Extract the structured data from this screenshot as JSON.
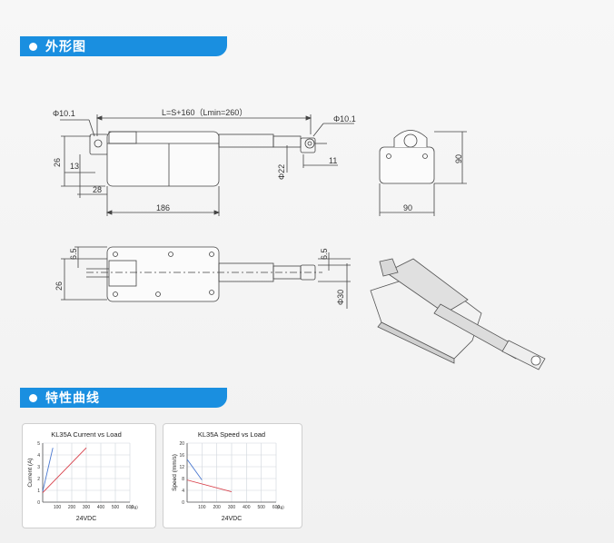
{
  "sections": {
    "outline": {
      "title": "外形图"
    },
    "curves": {
      "title": "特性曲线"
    }
  },
  "dimensions": {
    "length_formula": "L=S+160（Lmin=260）",
    "phi_left": "Φ10.1",
    "phi_right": "Φ10.1",
    "d_26": "26",
    "d_13": "13",
    "d_28": "28",
    "d_186": "186",
    "d_22": "Φ22",
    "d_11": "11",
    "d_90h": "90",
    "d_90w": "90",
    "d_65a": "6.5",
    "d_65b": "6.5",
    "d_26b": "26",
    "d_30": "Φ30"
  },
  "chart_data": [
    {
      "type": "line",
      "title": "KL35A Current vs Load",
      "xlabel": "24VDC",
      "ylabel": "Current (A)",
      "x_unit": "(kg)",
      "xlim": [
        0,
        600
      ],
      "ylim": [
        0,
        5
      ],
      "x_ticks": [
        "100",
        "200",
        "300",
        "400",
        "500",
        "600"
      ],
      "y_ticks": [
        "0",
        "1",
        "2",
        "3",
        "4",
        "5"
      ],
      "grid": true,
      "series": [
        {
          "color": "#4a78d0",
          "x": [
            0,
            70
          ],
          "y": [
            0.9,
            4.6
          ]
        },
        {
          "color": "#d8404a",
          "x": [
            0,
            300
          ],
          "y": [
            0.8,
            4.6
          ]
        }
      ]
    },
    {
      "type": "line",
      "title": "KL35A Speed vs Load",
      "xlabel": "24VDC",
      "ylabel": "Speed (mm/s)",
      "x_unit": "(kg)",
      "xlim": [
        0,
        600
      ],
      "ylim": [
        0,
        20
      ],
      "x_ticks": [
        "100",
        "200",
        "300",
        "400",
        "500",
        "600"
      ],
      "y_ticks": [
        "0",
        "4",
        "8",
        "12",
        "16",
        "20"
      ],
      "grid": true,
      "series": [
        {
          "color": "#4a78d0",
          "x": [
            0,
            100
          ],
          "y": [
            14.5,
            7.5
          ]
        },
        {
          "color": "#d8404a",
          "x": [
            0,
            300
          ],
          "y": [
            7.5,
            3.5
          ]
        }
      ]
    }
  ]
}
